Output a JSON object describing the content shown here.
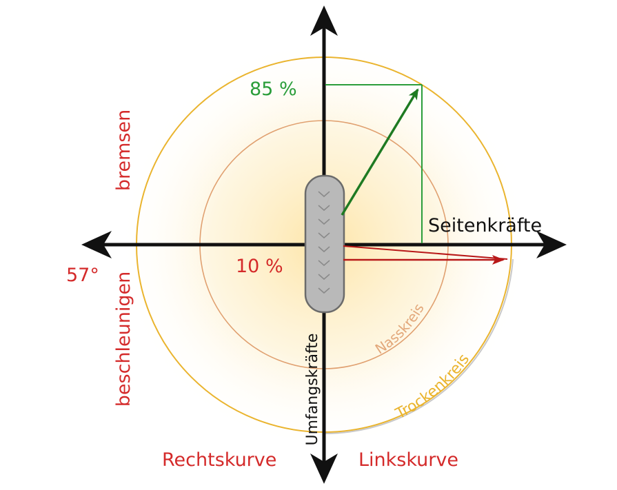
{
  "diagram": {
    "labels": {
      "percent_85": "85 %",
      "percent_10": "10 %",
      "angle": "57°",
      "brake": "bremsen",
      "accelerate": "beschleunigen",
      "lateral_forces": "Seitenkräfte",
      "circumferential_forces": "Umfangskräfte",
      "wet_circle": "Nasskreis",
      "dry_circle": "Trockenkreis",
      "right_curve": "Rechtskurve",
      "left_curve": "Linkskurve"
    },
    "colors": {
      "axis": "#111111",
      "red": "#d42a2a",
      "green": "#2a9d3a",
      "arrow_green": "#1e7a22",
      "wet_circle": "#e0a070",
      "dry_circle": "#eab42e",
      "glow": "#fde4a4",
      "tire_fill": "#b9b9b9",
      "tire_stroke": "#6b6b6b",
      "tread": "#8a8a8a"
    }
  }
}
